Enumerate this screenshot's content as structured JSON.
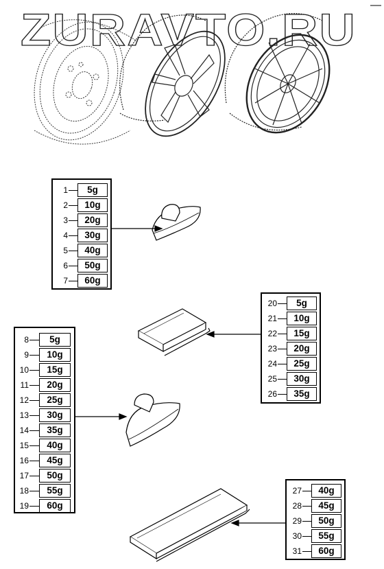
{
  "watermark": "ZURAVTO.RU",
  "groups": [
    {
      "id": "clip-a",
      "items": [
        {
          "num": "1",
          "weight": "5g"
        },
        {
          "num": "2",
          "weight": "10g"
        },
        {
          "num": "3",
          "weight": "20g"
        },
        {
          "num": "4",
          "weight": "30g"
        },
        {
          "num": "5",
          "weight": "40g"
        },
        {
          "num": "6",
          "weight": "50g"
        },
        {
          "num": "7",
          "weight": "60g"
        }
      ]
    },
    {
      "id": "clip-b",
      "items": [
        {
          "num": "8",
          "weight": "5g"
        },
        {
          "num": "9",
          "weight": "10g"
        },
        {
          "num": "10",
          "weight": "15g"
        },
        {
          "num": "11",
          "weight": "20g"
        },
        {
          "num": "12",
          "weight": "25g"
        },
        {
          "num": "13",
          "weight": "30g"
        },
        {
          "num": "14",
          "weight": "35g"
        },
        {
          "num": "15",
          "weight": "40g"
        },
        {
          "num": "16",
          "weight": "45g"
        },
        {
          "num": "17",
          "weight": "50g"
        },
        {
          "num": "18",
          "weight": "55g"
        },
        {
          "num": "19",
          "weight": "60g"
        }
      ]
    },
    {
      "id": "adhesive-a",
      "items": [
        {
          "num": "20",
          "weight": "5g"
        },
        {
          "num": "21",
          "weight": "10g"
        },
        {
          "num": "22",
          "weight": "15g"
        },
        {
          "num": "23",
          "weight": "20g"
        },
        {
          "num": "24",
          "weight": "25g"
        },
        {
          "num": "25",
          "weight": "30g"
        },
        {
          "num": "26",
          "weight": "35g"
        }
      ]
    },
    {
      "id": "adhesive-b",
      "items": [
        {
          "num": "27",
          "weight": "40g"
        },
        {
          "num": "28",
          "weight": "45g"
        },
        {
          "num": "29",
          "weight": "50g"
        },
        {
          "num": "30",
          "weight": "55g"
        },
        {
          "num": "31",
          "weight": "60g"
        }
      ]
    }
  ]
}
